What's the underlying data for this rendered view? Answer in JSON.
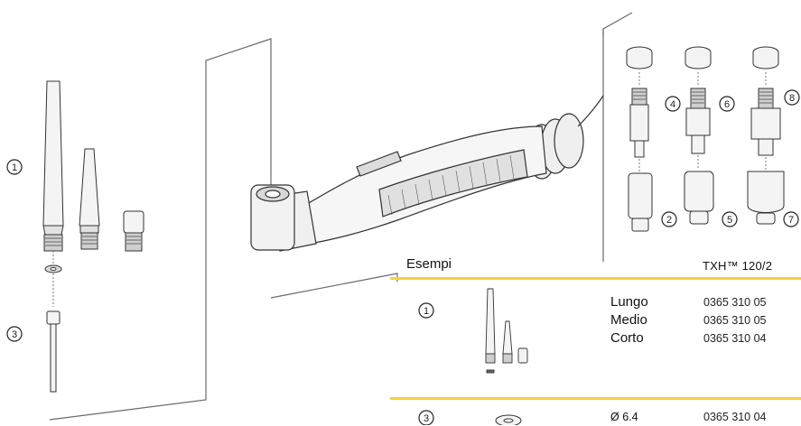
{
  "callouts": [
    "1",
    "2",
    "3",
    "4",
    "5",
    "6",
    "7",
    "8"
  ],
  "table": {
    "header_left": "Esempi",
    "header_right": "TXH™ 120/2",
    "rows": [
      {
        "callout": "1",
        "descriptions": [
          "Lungo",
          "Medio",
          "Corto"
        ],
        "codes": [
          "0365 310 05",
          "0365 310 05",
          "0365 310 04"
        ]
      },
      {
        "callout": "3",
        "descriptions": [
          "Ø 6.4"
        ],
        "codes": [
          "0365 310 04"
        ]
      }
    ]
  },
  "colors": {
    "line": "#555555",
    "part_fill": "#f4f4f4",
    "part_stroke": "#333333",
    "table_rule": "#f2d23c"
  }
}
